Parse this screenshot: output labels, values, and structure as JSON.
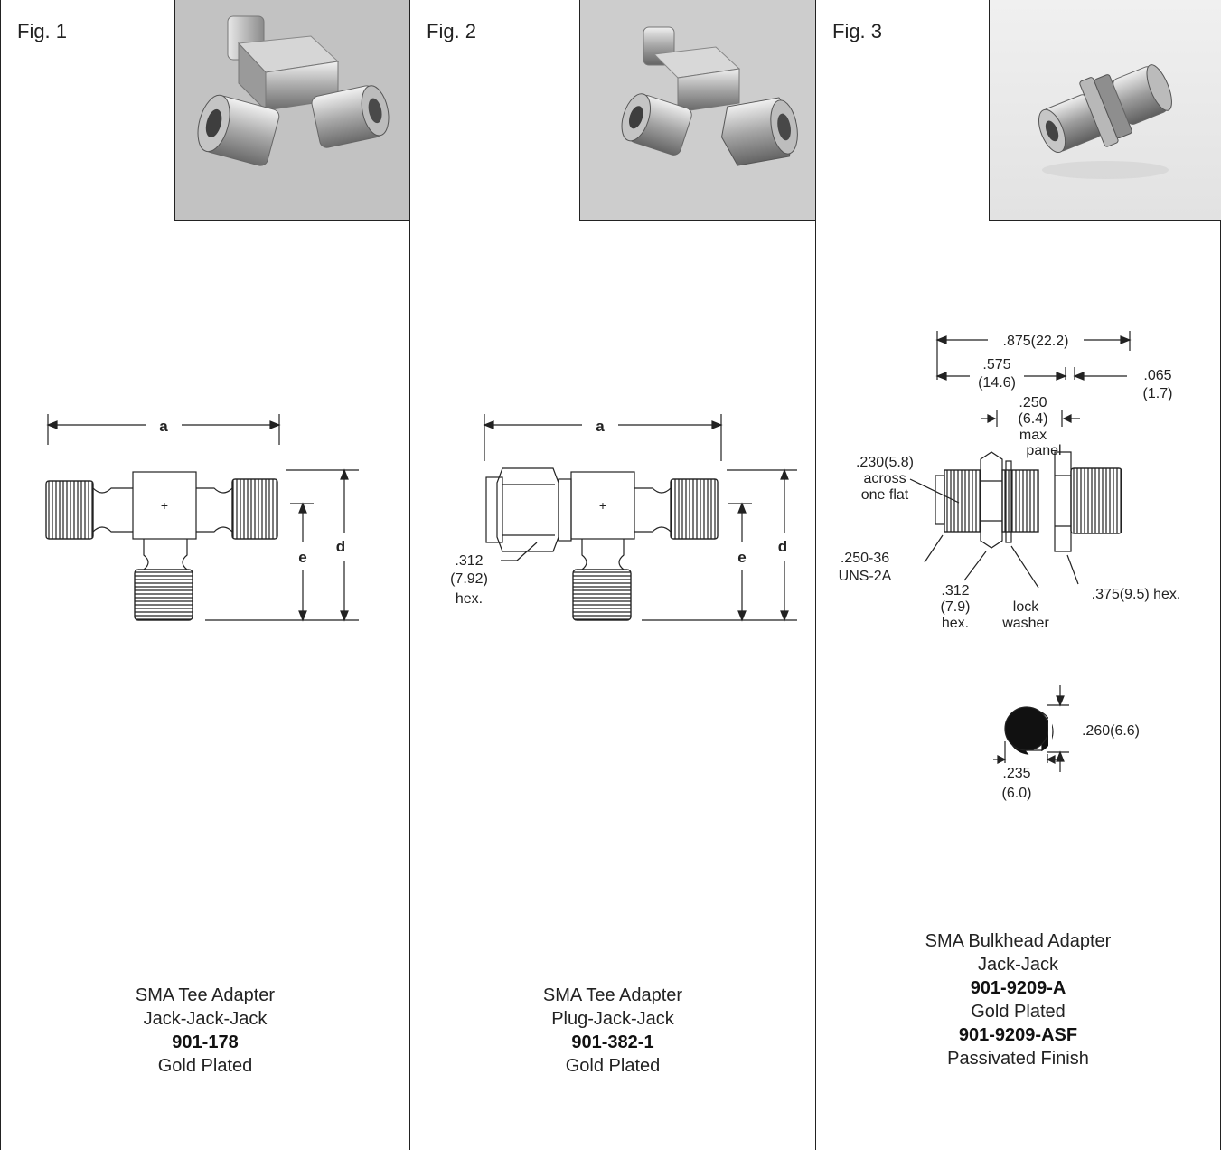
{
  "panels": [
    {
      "fig_label": "Fig. 1",
      "drawing": {
        "dim_a": "a",
        "dim_d": "d",
        "dim_e": "e"
      },
      "caption": {
        "line1": "SMA Tee Adapter",
        "line2": "Jack-Jack-Jack",
        "part_number": "901-178",
        "finish": "Gold Plated"
      }
    },
    {
      "fig_label": "Fig. 2",
      "drawing": {
        "dim_a": "a",
        "dim_d": "d",
        "dim_e": "e",
        "hex_1": ".312",
        "hex_2": "(7.92)",
        "hex_3": "hex."
      },
      "caption": {
        "line1": "SMA Tee Adapter",
        "line2": "Plug-Jack-Jack",
        "part_number": "901-382-1",
        "finish": "Gold Plated"
      }
    },
    {
      "fig_label": "Fig. 3",
      "drawing": {
        "overall": ".875(22.2)",
        "len_1": ".575",
        "len_2": "(14.6)",
        "end_1": ".065",
        "end_2": "(1.7)",
        "panel_1": ".250",
        "panel_2": "(6.4)",
        "panel_3": "max",
        "panel_4": "panel",
        "flat_1": ".230(5.8)",
        "flat_2": "across",
        "flat_3": "one flat",
        "thread_1": ".250-36",
        "thread_2": "UNS-2A",
        "nut_1": ".312",
        "nut_2": "(7.9)",
        "nut_3": "hex.",
        "washer_1": "lock",
        "washer_2": "washer",
        "hex_large": ".375(9.5) hex.",
        "dd_height": ".260(6.6)",
        "dd_width_1": ".235",
        "dd_width_2": "(6.0)"
      },
      "caption": {
        "line1": "SMA Bulkhead Adapter",
        "line2": "Jack-Jack",
        "part_number": "901-9209-A",
        "finish": "Gold Plated",
        "part_number_2": "901-9209-ASF",
        "finish_2": "Passivated Finish"
      }
    }
  ]
}
